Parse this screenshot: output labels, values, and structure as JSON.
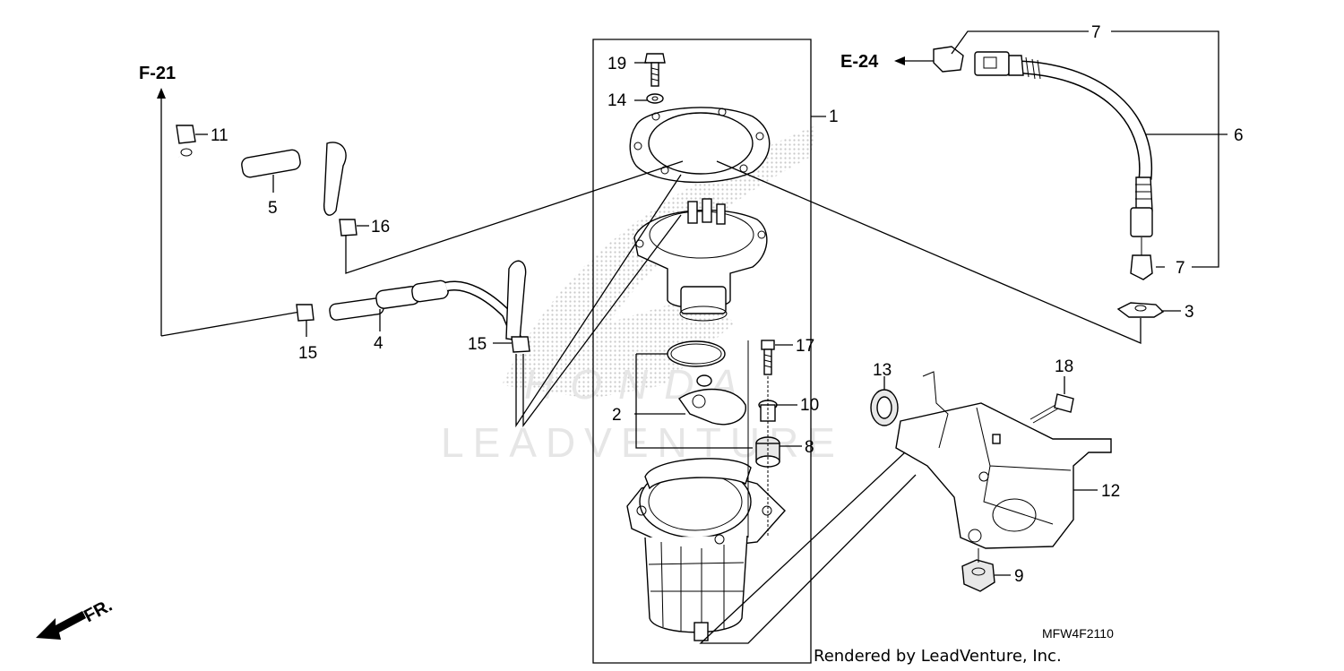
{
  "diagram": {
    "drawing_code": "MFW4F2110",
    "credit": "Rendered by LeadVenture, Inc.",
    "watermark_text": "LEADVENTURE",
    "watermark_logo_text": "HONDA",
    "references": {
      "f21": "F-21",
      "e24": "E-24",
      "front": "FR."
    },
    "parts": [
      {
        "id": "p1",
        "number": "1"
      },
      {
        "id": "p2",
        "number": "2"
      },
      {
        "id": "p3",
        "number": "3"
      },
      {
        "id": "p4",
        "number": "4"
      },
      {
        "id": "p5",
        "number": "5"
      },
      {
        "id": "p6",
        "number": "6"
      },
      {
        "id": "p7a",
        "number": "7"
      },
      {
        "id": "p7b",
        "number": "7"
      },
      {
        "id": "p8",
        "number": "8"
      },
      {
        "id": "p9",
        "number": "9"
      },
      {
        "id": "p10",
        "number": "10"
      },
      {
        "id": "p11",
        "number": "11"
      },
      {
        "id": "p12",
        "number": "12"
      },
      {
        "id": "p13",
        "number": "13"
      },
      {
        "id": "p14",
        "number": "14"
      },
      {
        "id": "p15a",
        "number": "15"
      },
      {
        "id": "p15b",
        "number": "15"
      },
      {
        "id": "p16",
        "number": "16"
      },
      {
        "id": "p17",
        "number": "17"
      },
      {
        "id": "p18",
        "number": "18"
      },
      {
        "id": "p19",
        "number": "19"
      }
    ]
  }
}
